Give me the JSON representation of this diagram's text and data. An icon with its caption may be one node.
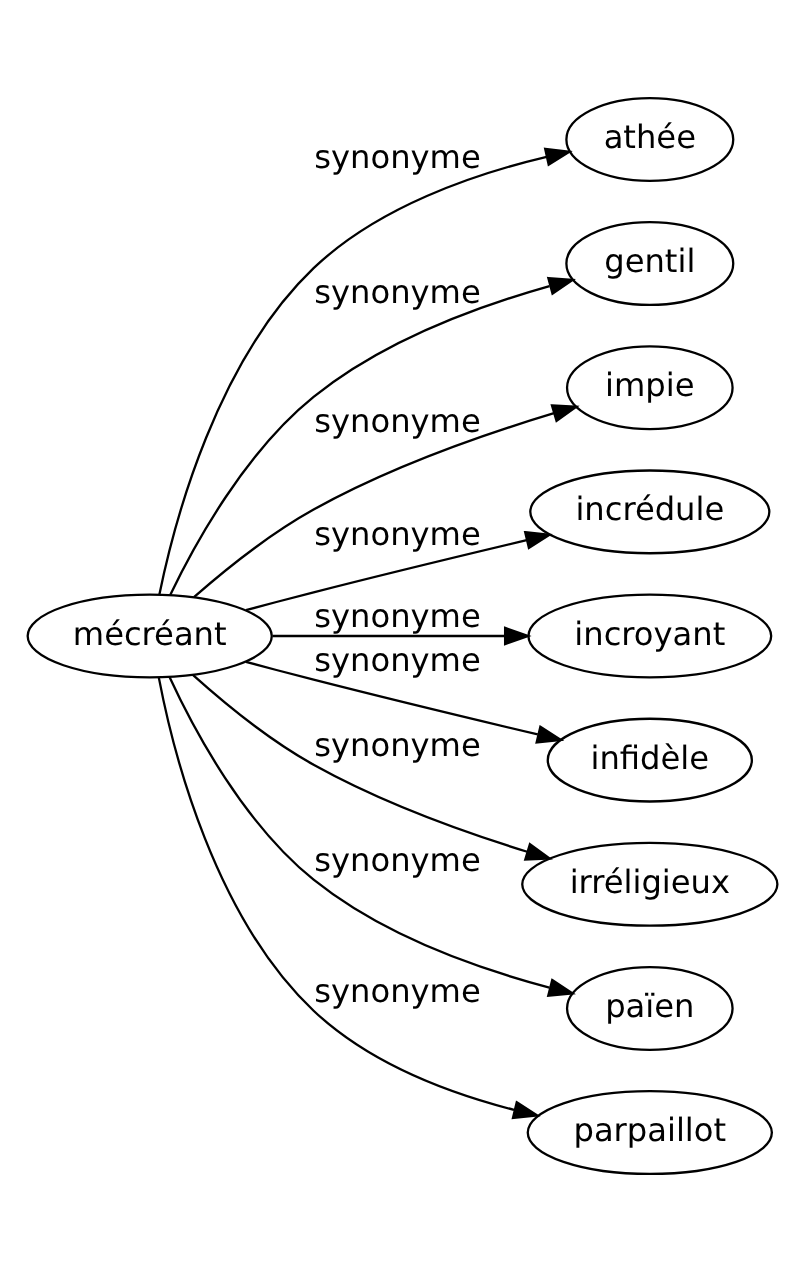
{
  "diagram": {
    "nodes": [
      {
        "text": [
          "mécréant"
        ]
      },
      {
        "text": [
          "athée"
        ]
      },
      {
        "text": [
          "gentil"
        ]
      },
      {
        "text": [
          "impie"
        ]
      },
      {
        "text": [
          "incrédule"
        ]
      },
      {
        "text": [
          "incroyant"
        ]
      },
      {
        "text": [
          "infidèle"
        ]
      },
      {
        "text": [
          "irréligieux"
        ]
      },
      {
        "text": [
          "païen"
        ]
      },
      {
        "text": [
          "parpaillot"
        ]
      }
    ],
    "edges": [
      {
        "from": 0,
        "to": 1,
        "arrow": "to",
        "label": "synonyme"
      },
      {
        "from": 0,
        "to": 2,
        "arrow": "to",
        "label": "synonyme"
      },
      {
        "from": 0,
        "to": 3,
        "arrow": "to",
        "label": "synonyme"
      },
      {
        "from": 0,
        "to": 4,
        "arrow": "to",
        "label": "synonyme"
      },
      {
        "from": 0,
        "to": 5,
        "arrow": "to",
        "label": "synonyme"
      },
      {
        "from": 0,
        "to": 6,
        "arrow": "to",
        "label": "synonyme"
      },
      {
        "from": 0,
        "to": 7,
        "arrow": "to",
        "label": "synonyme"
      },
      {
        "from": 0,
        "to": 8,
        "arrow": "to",
        "label": "synonyme"
      },
      {
        "from": 0,
        "to": 9,
        "arrow": "to",
        "label": "synonyme"
      }
    ]
  }
}
